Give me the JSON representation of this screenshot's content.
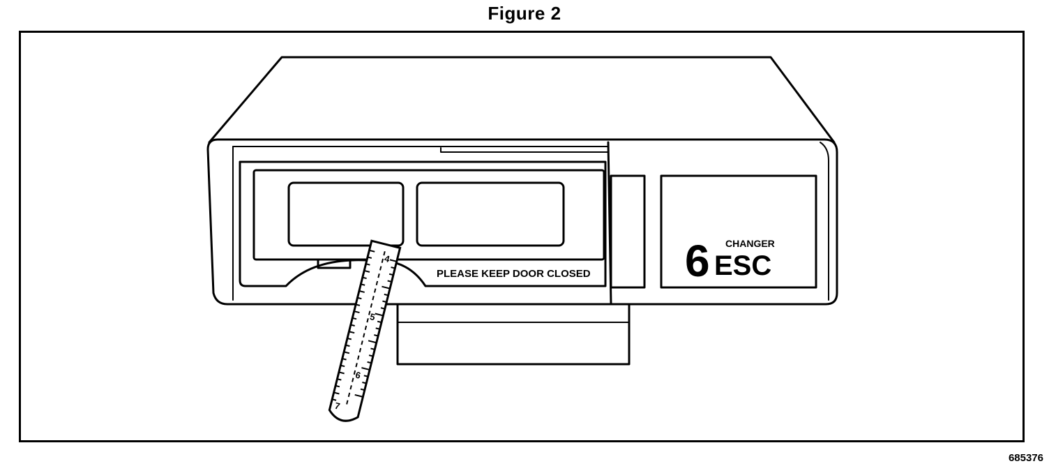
{
  "figure": {
    "title": "Figure 2",
    "code": "685376"
  },
  "device": {
    "door_label": "PLEASE KEEP DOOR CLOSED",
    "badge_number": "6",
    "badge_word": "CHANGER",
    "badge_letters": "ESC"
  },
  "ruler": {
    "tick_numbers": [
      "4",
      "5",
      "6",
      "7"
    ]
  },
  "colors": {
    "ink": "#000000",
    "paper": "#ffffff"
  }
}
